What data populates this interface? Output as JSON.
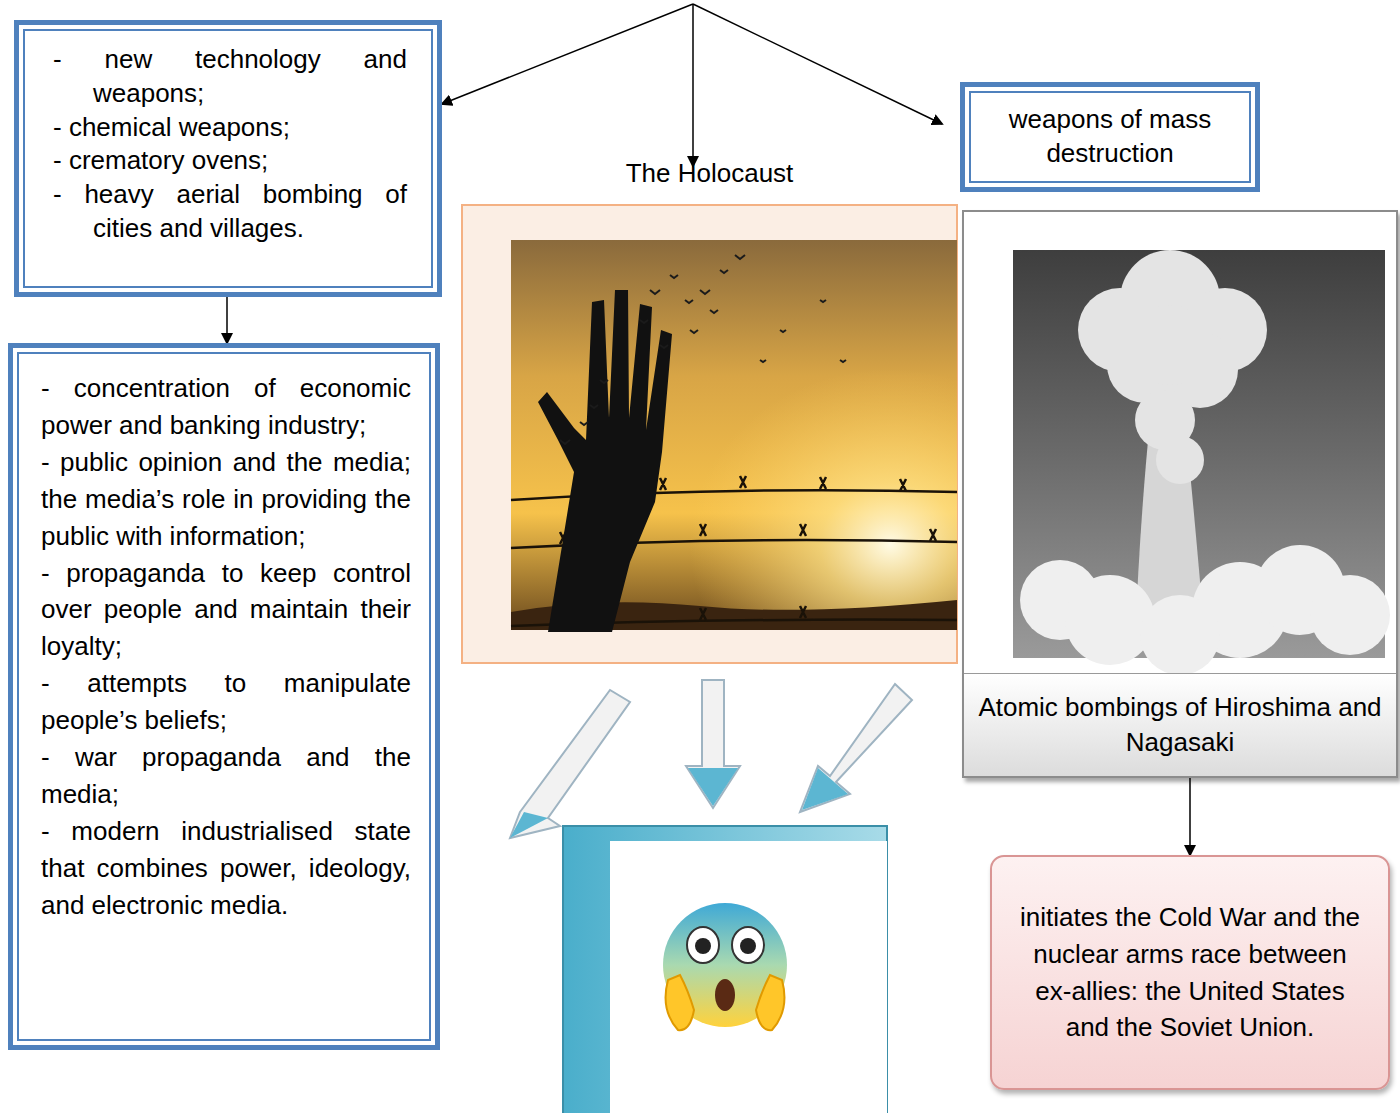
{
  "diagram": {
    "nodes": [
      {
        "text": [
          "- new technology and weapons;",
          "- chemical weapons;",
          "- crematory ovens;",
          "- heavy aerial bombing of cities and villages."
        ]
      },
      {
        "text": [
          "The Holocaust"
        ]
      },
      {
        "text": [
          "weapons of mass destruction"
        ]
      },
      {
        "text": [
          "Atomic bombings of Hiroshima and Nagasaki"
        ]
      },
      {
        "text": [
          "- concentration of economic power and banking industry;",
          "- public opinion and the media; the media’s role in providing the public with information;",
          "- propaganda to keep control over people and maintain their loyalty;",
          "- attempts to manipulate people’s beliefs;",
          "- war propaganda and the media;",
          "- modern industrialised state that combines power, ideology, and electronic media."
        ]
      },
      {
        "text": [
          "initiates the Cold War and the nuclear arms race between ex-allies: the United States and the Soviet Union."
        ]
      }
    ],
    "edges": [
      {
        "from": 0,
        "to": 4,
        "arrow": "to"
      },
      {
        "from": 3,
        "to": 5,
        "arrow": "to"
      }
    ]
  }
}
